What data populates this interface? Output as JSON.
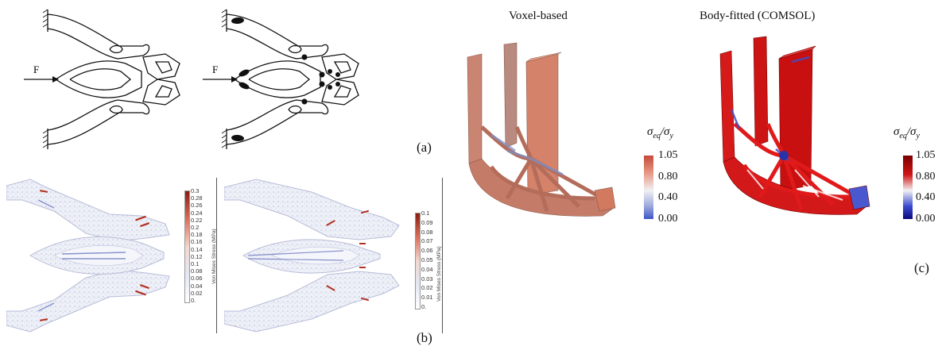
{
  "panel_a": {
    "label": "(a)",
    "force_left": "F",
    "force_right": "F"
  },
  "panel_b": {
    "label": "(b)",
    "colorbar_left": {
      "title": "Von Mises Stress (MPa)",
      "ticks": [
        "0.3",
        "0.28",
        "0.26",
        "0.24",
        "0.22",
        "0.2",
        "0.18",
        "0.16",
        "0.14",
        "0.12",
        "0.1",
        "0.08",
        "0.06",
        "0.04",
        "0.02",
        "0."
      ]
    },
    "colorbar_right": {
      "title": "Von Mises Stress (MPa)",
      "ticks": [
        "0.1",
        "0.09",
        "0.08",
        "0.07",
        "0.06",
        "0.05",
        "0.04",
        "0.03",
        "0.02",
        "0.01",
        "0."
      ]
    }
  },
  "panel_c": {
    "label": "(c)",
    "title_left": "Voxel-based",
    "title_right": "Body-fitted (COMSOL)",
    "colorbar_left": {
      "symbol": "σ",
      "sub1": "eq",
      "sub2": "y",
      "ticks": [
        "1.05",
        "0.80",
        "0.40",
        "0.00"
      ]
    },
    "colorbar_right": {
      "symbol": "σ",
      "sub1": "eq",
      "sub2": "y",
      "ticks": [
        "1.05",
        "0.80",
        "0.40",
        "0.00"
      ]
    }
  },
  "colors": {
    "voxel_red": "#d7765f",
    "comsol_red": "#d01515",
    "stress_blue": "#5568c8",
    "cb_light_top": "#c44a3a",
    "cb_dark_top": "#8a0000"
  }
}
